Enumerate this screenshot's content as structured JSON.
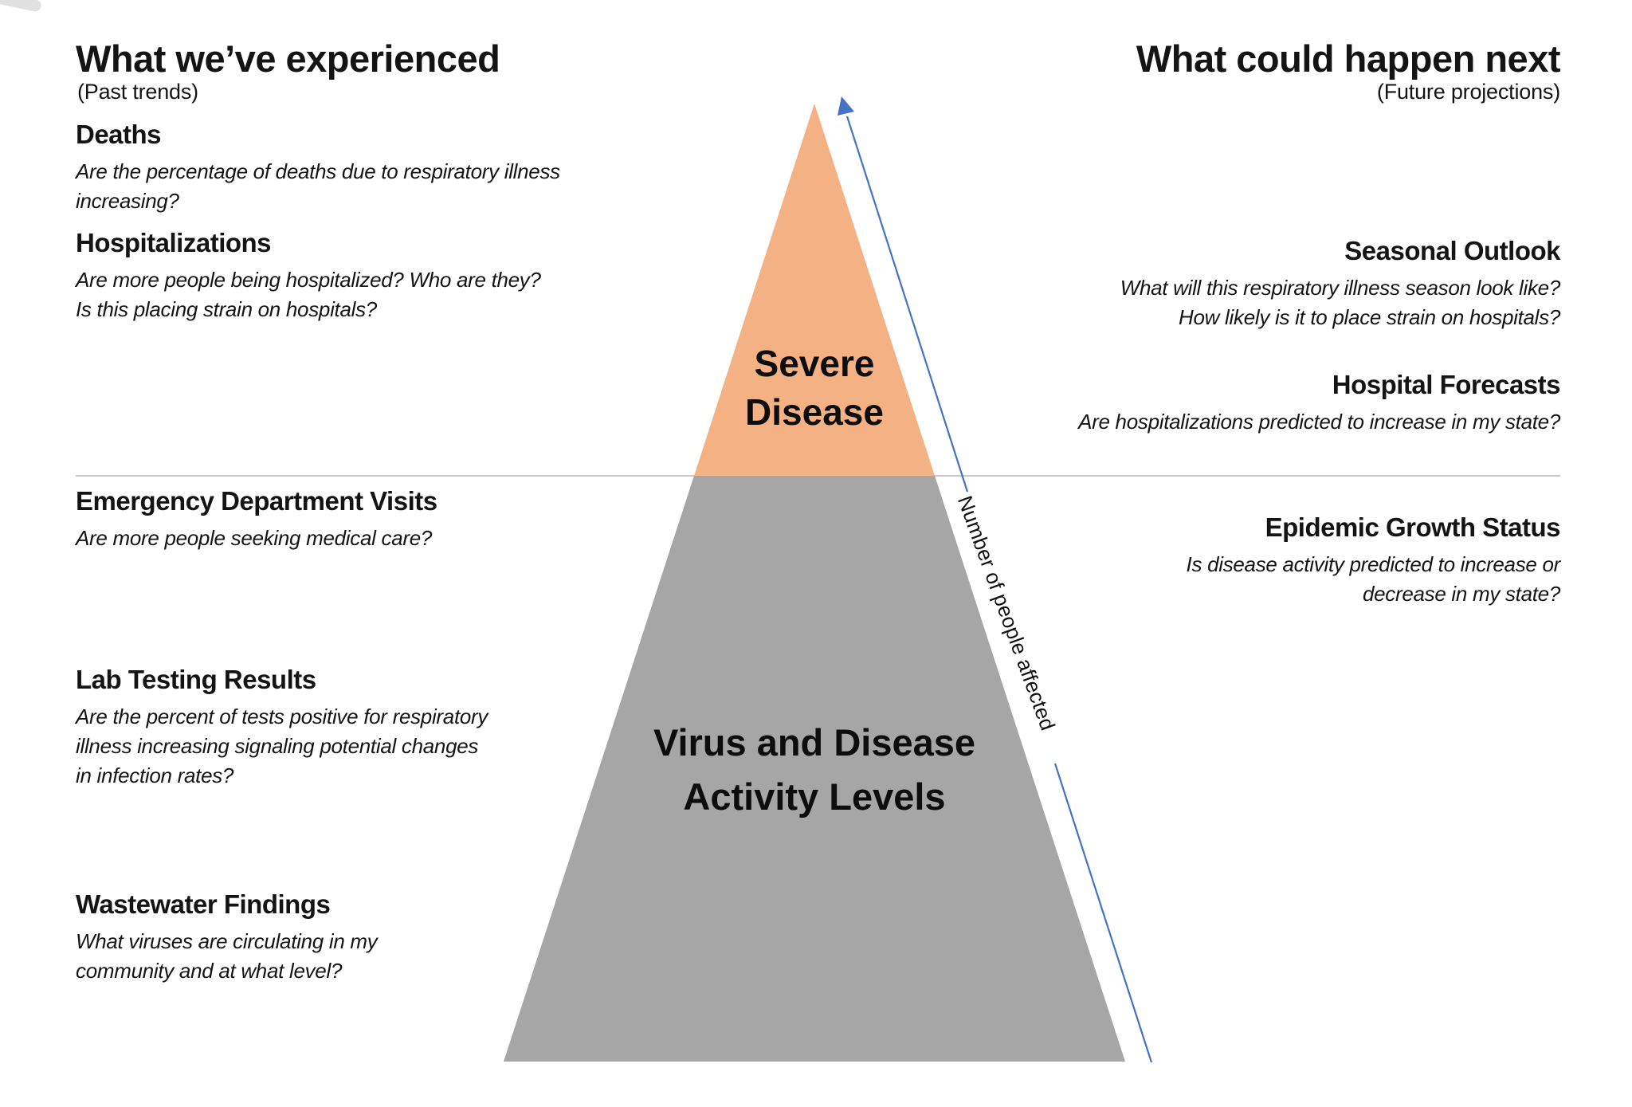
{
  "left_column": {
    "title": "What we’ve experienced",
    "subtitle": "(Past trends)",
    "sections": [
      {
        "heading": "Deaths",
        "lines": [
          "Are the percentage of deaths due to respiratory illness",
          "increasing?"
        ]
      },
      {
        "heading": "Hospitalizations",
        "lines": [
          "Are more people being hospitalized? Who are they?",
          "Is this placing strain on hospitals?"
        ]
      },
      {
        "heading": "Emergency Department Visits",
        "lines": [
          "Are more people seeking medical care?"
        ]
      },
      {
        "heading": "Lab Testing Results",
        "lines": [
          "Are the percent of tests positive for respiratory",
          "illness increasing signaling potential changes",
          "in infection rates?"
        ]
      },
      {
        "heading": "Wastewater Findings",
        "lines": [
          "What viruses are circulating in my",
          "community and at what level?"
        ]
      }
    ]
  },
  "right_column": {
    "title": "What could happen next",
    "subtitle": "(Future projections)",
    "sections": [
      {
        "heading": "Seasonal Outlook",
        "lines": [
          "What will this respiratory illness season look like?",
          "How likely is it to place strain on hospitals?"
        ]
      },
      {
        "heading": "Hospital Forecasts",
        "lines": [
          "Are hospitalizations predicted to increase in my state?"
        ]
      },
      {
        "heading": "Epidemic Growth Status",
        "lines": [
          "Is disease activity predicted to increase or",
          "decrease in my state?"
        ]
      }
    ]
  },
  "pyramid": {
    "severe_label": "Severe Disease",
    "activity_label": "Virus and Disease Activity Levels"
  },
  "arrow": {
    "label": "Number of people affected"
  },
  "colors": {
    "pyramid_top": "#F4B183",
    "pyramid_bottom": "#A6A6A6",
    "arrow": "#4472C4",
    "divider": "#C8C8C8"
  }
}
